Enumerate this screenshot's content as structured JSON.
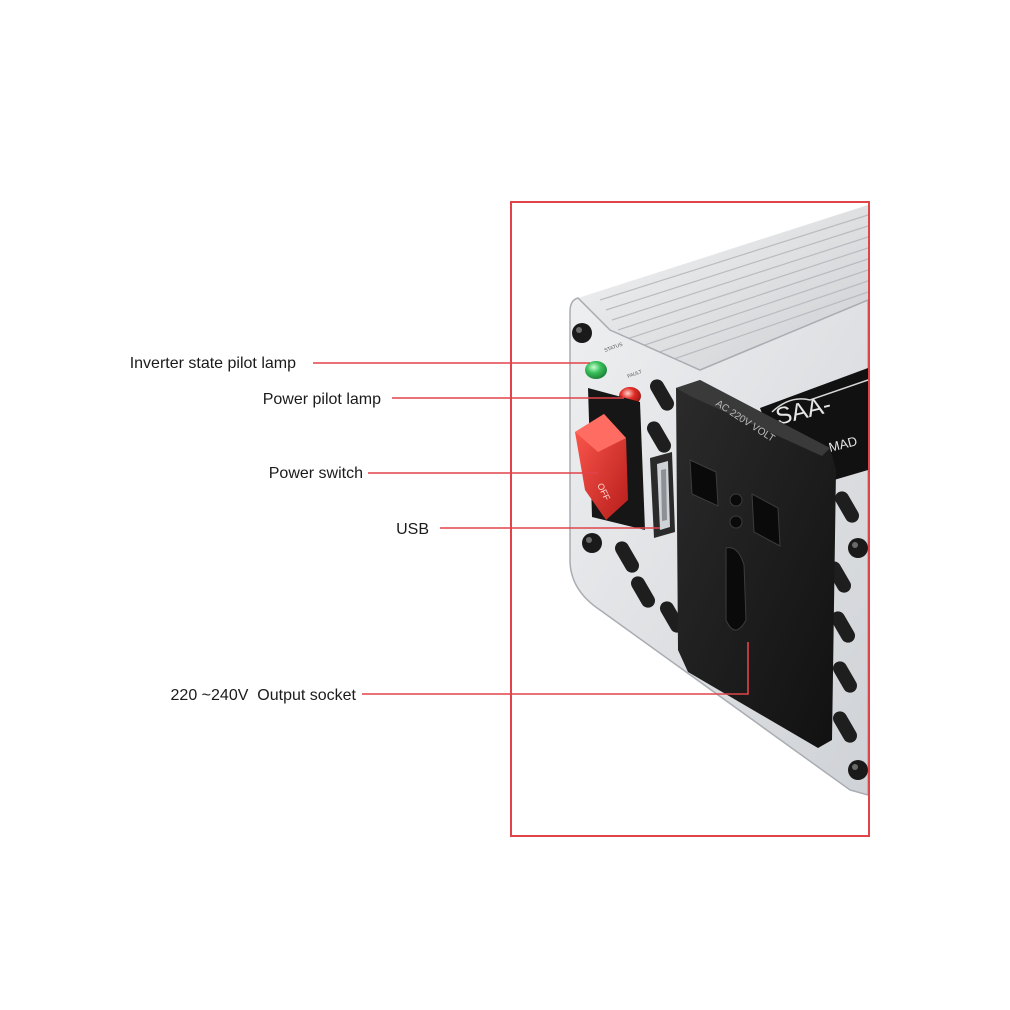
{
  "callouts": {
    "inverter_state_pilot_lamp": "Inverter state pilot lamp",
    "power_pilot_lamp": "Power pilot lamp",
    "power_switch": "Power switch",
    "usb": "USB",
    "output_socket": "220 ~240V  Output socket"
  },
  "device": {
    "label_model_fragment": "SAA-",
    "label_made_fragment": "MAD",
    "socket_rating": "AC 220V VOLT",
    "switch_text": "OFF",
    "led_green_caption": "STATUS",
    "led_red_caption": "FAULT"
  },
  "colors": {
    "callout_line": "#e0444a",
    "frame": "#e0444a",
    "switch_red": "#e8322f",
    "led_green": "#39c05a",
    "led_red": "#e22b25",
    "socket_black": "#1c1c1c"
  }
}
